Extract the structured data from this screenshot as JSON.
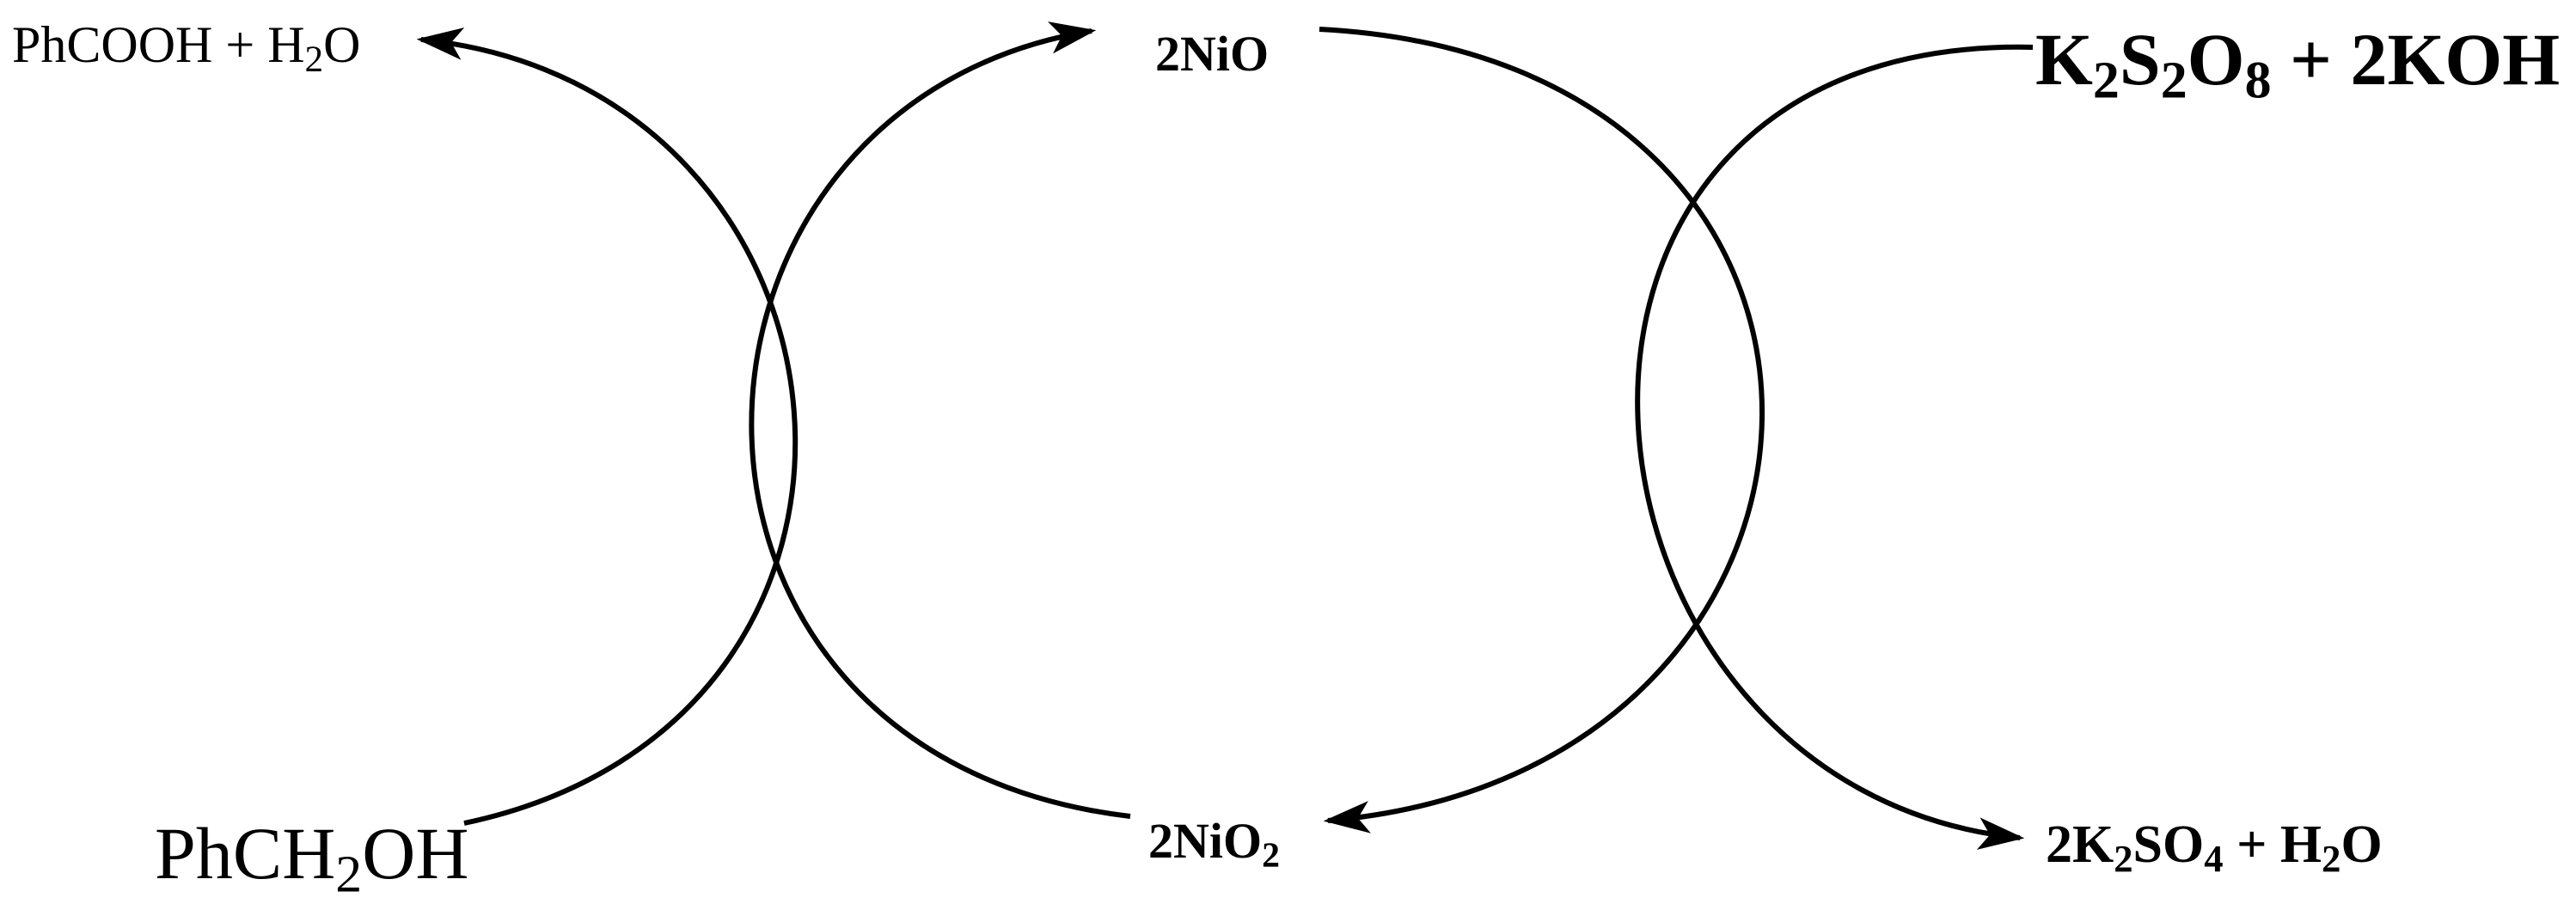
{
  "diagram": {
    "colors": {
      "ink": "#000000",
      "background": "#ffffff"
    },
    "species": {
      "phcooh": {
        "parts": [
          "PhCOOH + H",
          "2",
          "O"
        ]
      },
      "phch2oh": {
        "parts": [
          "PhCH",
          "2",
          "OH"
        ]
      },
      "nio": {
        "parts": [
          "2NiO"
        ]
      },
      "nio2": {
        "parts": [
          "2NiO",
          "2"
        ]
      },
      "k2s2o8": {
        "parts": [
          "K",
          "2",
          "S",
          "2",
          "O",
          "8",
          " + 2KOH"
        ]
      },
      "k2so4": {
        "parts": [
          "2K",
          "2",
          "SO",
          "4",
          " + H",
          "2",
          "O"
        ]
      }
    }
  }
}
